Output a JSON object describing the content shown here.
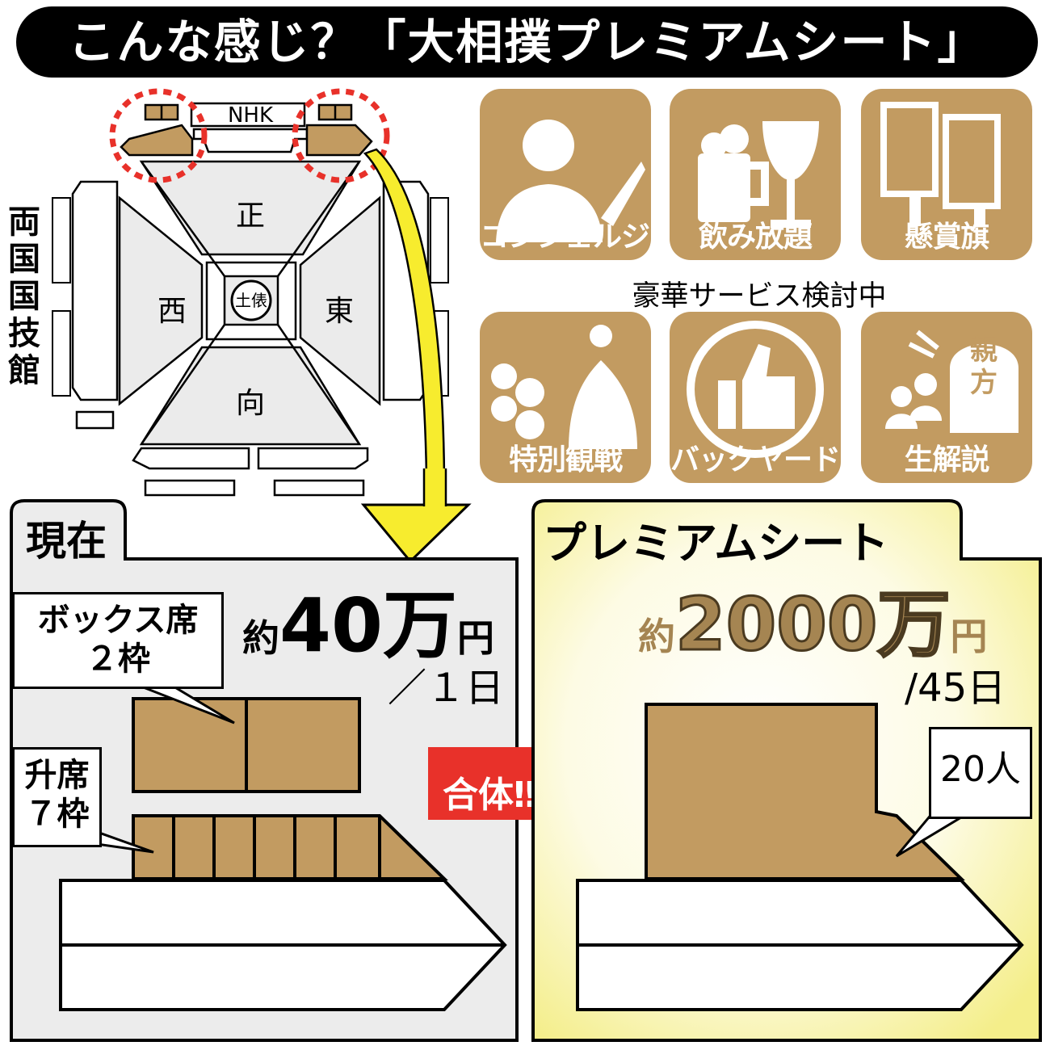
{
  "title": "こんな感じ？「大相撲プレミアムシート」",
  "venue": {
    "name_chars": [
      "両",
      "国",
      "国",
      "技",
      "館"
    ],
    "broadcast_booth": "NHK",
    "sides": {
      "north": "正",
      "west": "西",
      "east": "東",
      "south": "向"
    },
    "ring_center": "土俵"
  },
  "services": {
    "tiles": [
      {
        "label": "コンシェルジュ",
        "icon": "concierge-icon"
      },
      {
        "label": "飲み放題",
        "icon": "drinks-icon"
      },
      {
        "label": "懸賞旗",
        "icon": "prize-banner-icon"
      },
      {
        "label": "特別観戦",
        "icon": "special-viewing-icon"
      },
      {
        "label": "バックヤード",
        "icon": "thumbs-up-icon"
      },
      {
        "label": "生解説",
        "icon": "live-commentary-icon"
      }
    ],
    "note": "豪華サービス検討中",
    "oyakata_chars": [
      "親",
      "方"
    ]
  },
  "current": {
    "tab_label": "現在",
    "price_prefix": "約",
    "price_amount": "40万",
    "price_unit": "円",
    "period": "／１日",
    "box_callout_lines": [
      "ボックス席",
      "２枠"
    ],
    "masu_callout_lines": [
      "升席",
      "７枠"
    ],
    "box_seat_count": 2,
    "masu_seat_count": 7
  },
  "merge_label": "合体‼",
  "premium": {
    "tab_label": "プレミアムシート",
    "price_prefix": "約",
    "price_amount": "2000万",
    "price_unit": "円",
    "period": "/45日",
    "capacity_callout": "20人"
  },
  "colors": {
    "seat_brown": "#c29b61",
    "highlight_red": "#e8312a",
    "arrow_yellow": "#f7ec2e",
    "panel_gray": "#ececec",
    "premium_gold": "#a58552"
  }
}
